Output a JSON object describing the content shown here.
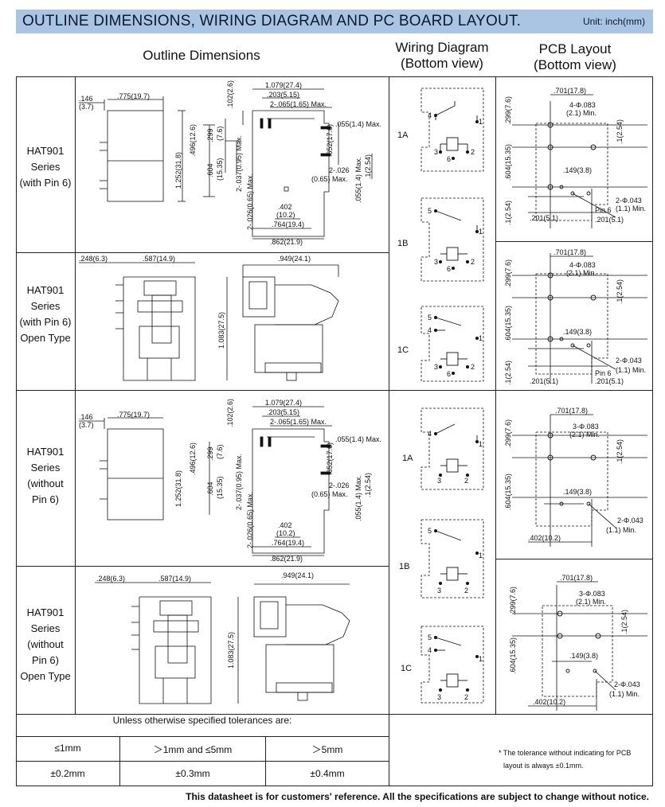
{
  "header": {
    "title": "OUTLINE DIMENSIONS, WIRING DIAGRAM AND PC BOARD LAYOUT.",
    "unit": "Unit: inch(mm)"
  },
  "columns": {
    "outline": "Outline Dimensions",
    "wiring_l1": "Wiring Diagram",
    "wiring_l2": "(Bottom view)",
    "pcb_l1": "PCB Layout",
    "pcb_l2": "(Bottom view)"
  },
  "series": [
    {
      "lines": [
        "HAT901",
        "Series",
        "(with Pin 6)"
      ]
    },
    {
      "lines": [
        "HAT901",
        "Series",
        "(with Pin 6)",
        "Open Type"
      ]
    },
    {
      "lines": [
        "HAT901",
        "Series",
        "(without",
        "Pin 6)"
      ]
    },
    {
      "lines": [
        "HAT901",
        "Series",
        "(without",
        "Pin 6)",
        "Open Type"
      ]
    }
  ],
  "dims_closed": {
    "d146": ".146",
    "d37": "(3.7)",
    "d775": ".775(19.7)",
    "d1079": "1.079(27.4)",
    "d203": ".203(5.15)",
    "d065": "2-.065(1.65) Max.",
    "d102": ".102(2.6)",
    "d055": ".055(1.4) Max.",
    "d1252": "1.252(31.8)",
    "d496": ".496(12.6)",
    "d299": ".299",
    "d76": "(7.6)",
    "d652": ".652(17.6)",
    "d604": ".604",
    "d1535": "(15.35)",
    "d037": "2-.037(0.95) Max.",
    "d026a": "2-.026",
    "d065b": "(0.65) Max.",
    "d055b": ".055(1.4) Max.",
    "d1254": ".1(2.54)",
    "d402": ".402",
    "d102b": "(10.2)",
    "d026b": "2-.026(0.65) Max.",
    "d764": ".764(19.4)",
    "d862": ".862(21.9)"
  },
  "dims_open": {
    "d248": ".248(6.3)",
    "d587": ".587(14.9)",
    "d949": ".949(24.1)",
    "d1083": "1.083(27.5)"
  },
  "wiring": {
    "r1": [
      "1A",
      "1B",
      "1C"
    ],
    "r3": [
      "1A",
      "1B",
      "1C"
    ],
    "pins": {
      "p1": "1",
      "p2": "2",
      "p3": "3",
      "p4": "4",
      "p5": "5",
      "p6": "6"
    }
  },
  "pcb": {
    "d701": ".701(17.8)",
    "d4phi": "4-Φ.083",
    "d3phi": "3-Φ.083",
    "d21": "(2.1) Min.",
    "d299": ".299(7.6)",
    "d1254": ".1(2.54)",
    "d604": ".604(15.35)",
    "d149": ".149(3.8)",
    "d2phi": "2-Φ.043",
    "d11": "(1.1) Min.",
    "dpin6": "Pin 6",
    "d201": ".201(5.1)",
    "d402": ".402(10.2)"
  },
  "tolerance": {
    "heading": "Unless otherwise specified tolerances are:",
    "c1": "≤1mm",
    "c2": "＞1mm and ≤5mm",
    "c3": "＞5mm",
    "v1": "±0.2mm",
    "v2": "±0.3mm",
    "v3": "±0.4mm"
  },
  "note": {
    "l1": "* The tolerance without indicating for PCB",
    "l2": "layout is always ±0.1mm."
  },
  "footer": "This datasheet is for customers' reference. All the specifications are subject to change without notice."
}
